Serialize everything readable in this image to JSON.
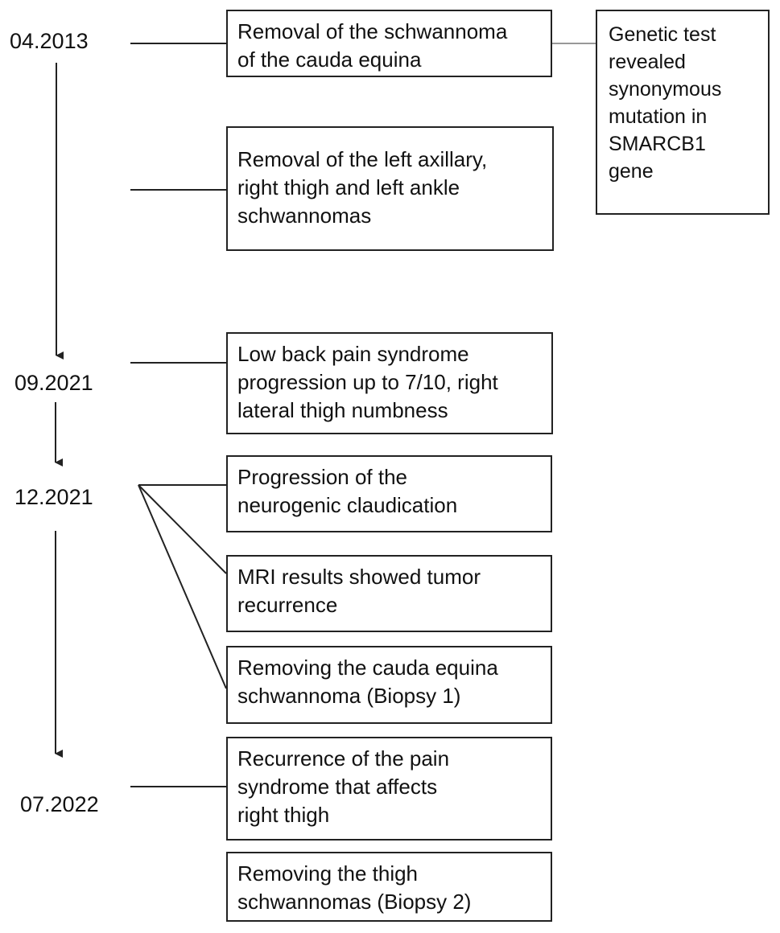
{
  "dates": {
    "d1": "04.2013",
    "d2": "09.2021",
    "d3": "12.2021",
    "d4": "07.2022"
  },
  "boxes": {
    "cauda_removal": "Removal of the schwannoma\nof the cauda equina",
    "genetic_test": "Genetic test\nrevealed\nsynonymous\nmutation in\nSMARCB1\ngene",
    "axillary_removal": "Removal of the left axillary,\nright thigh and left ankle\nschwannomas",
    "low_back_pain": "Low back pain syndrome\nprogression up to 7/10, right\nlateral thigh numbness",
    "claudication": "Progression of the\nneurogenic claudication",
    "mri": "MRI results showed tumor\nrecurrence",
    "biopsy1": "Removing the cauda equina\nschwannoma (Biopsy 1)",
    "pain_recurrence": "Recurrence of the pain\nsyndrome that affects\nright thigh",
    "biopsy2": "Removing the thigh\nschwannomas (Biopsy 2)"
  }
}
